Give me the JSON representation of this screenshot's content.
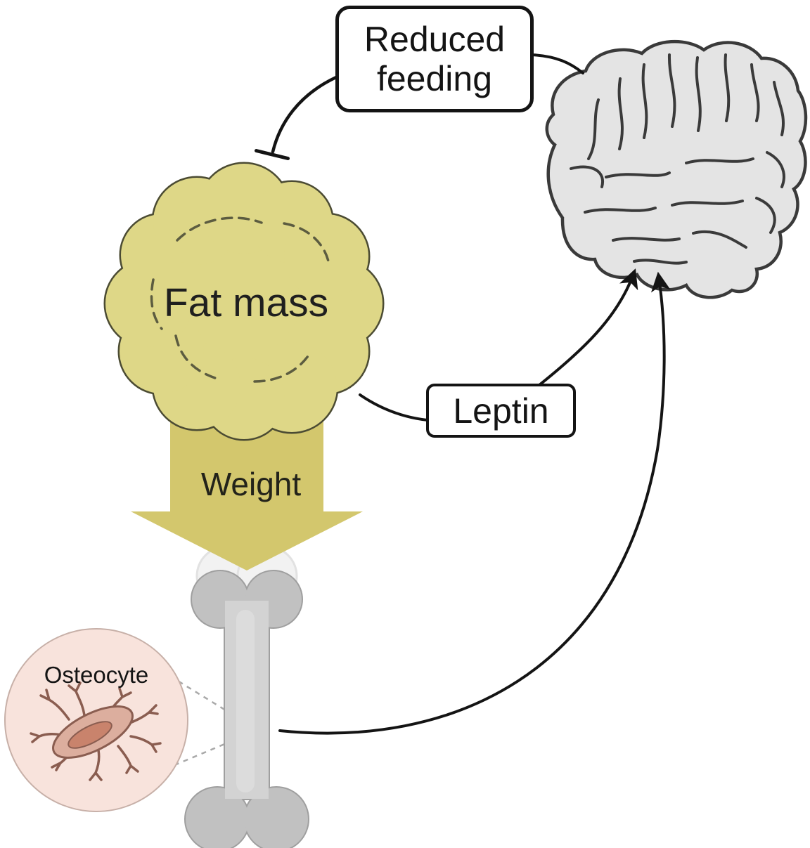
{
  "nodes": {
    "reduced_feeding": {
      "line1": "Reduced",
      "line2": "feeding"
    },
    "fat_mass": {
      "label": "Fat mass"
    },
    "leptin": {
      "label": "Leptin"
    },
    "weight_arrow": {
      "label": "Weight"
    },
    "osteocyte": {
      "label": "Osteocyte"
    }
  },
  "illustrations": {
    "brain": "brain-illustration",
    "bone": "bone-illustration",
    "osteocyte_cell": "osteocyte-cell-illustration"
  },
  "edges": [
    {
      "from": "brain",
      "to": "reduced_feeding",
      "style": "line"
    },
    {
      "from": "reduced_feeding",
      "to": "fat_mass",
      "style": "inhibition"
    },
    {
      "from": "fat_mass",
      "to": "brain",
      "via": "leptin",
      "style": "arrow"
    },
    {
      "from": "fat_mass",
      "to": "bone",
      "label": "Weight",
      "style": "block-arrow"
    },
    {
      "from": "bone",
      "to": "brain",
      "style": "arrow"
    },
    {
      "from": "osteocyte",
      "to": "bone",
      "style": "dashed-callout"
    }
  ],
  "colors": {
    "fat_fill": "#ded787",
    "fat_outline": "#4b4b33",
    "fat_dash": "#5c5c40",
    "arrow_fill": "#d3c76d",
    "brain_fill": "#e4e4e4",
    "brain_outline": "#3a3a3a",
    "bone_fill": "#d3d3d3",
    "bone_knob_fill": "#c1c1c1",
    "bone_outline": "#9f9f9f",
    "ghost_fill": "#f2f2f2",
    "ghost_outline": "#e2e2e2",
    "osteocyte_bg": "#f8e3dc",
    "osteocyte_ring": "#c7b0a8",
    "osteocyte_cell": "#dcae9e",
    "osteocyte_nucleus": "#c9836c",
    "osteocyte_outline": "#8a5d50",
    "connector": "#141414",
    "dashed_callout": "#a9a9a9"
  }
}
